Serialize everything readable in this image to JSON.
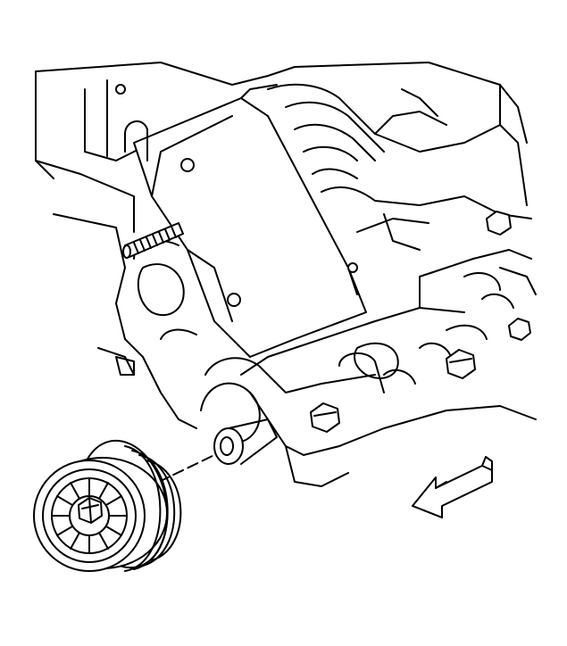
{
  "illustration": {
    "line_color": "#000000",
    "background_color": "#ffffff",
    "components": [
      "engine-block",
      "mounting-bracket",
      "stud-bolt",
      "idler-pulley",
      "pulley-bolt",
      "pulley-shaft",
      "exhaust-manifold",
      "manifold-bolts",
      "direction-arrow"
    ],
    "direction_arrow_icon": "front-of-vehicle-arrow-icon"
  }
}
